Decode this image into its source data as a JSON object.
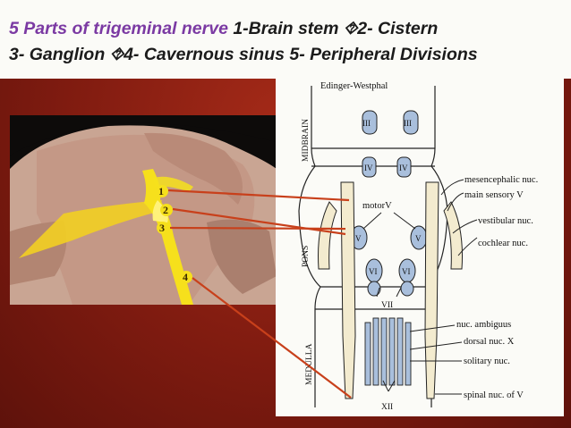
{
  "title": {
    "highlight": "5 Parts of trigeminal nerve",
    "line1_rest": " 1-Brain stem ⯑2- Cistern",
    "line2": "3- Ganglion ⯑4- Cavernous sinus 5- Peripheral Divisions"
  },
  "photo_labels": [
    "1",
    "2",
    "3",
    "4"
  ],
  "diagram": {
    "top_label": "Edinger-Westphal",
    "side_labels": [
      "MIDBRAIN",
      "PONS",
      "MEDULLA"
    ],
    "nuclei": [
      "III",
      "III",
      "IV",
      "IV",
      "V",
      "V",
      "VI",
      "VI",
      "VII",
      "XII"
    ],
    "center_label": "motorV",
    "right_labels": [
      "mesencephalic nuc.",
      "main sensory V",
      "vestibular nuc.",
      "cochlear nuc.",
      "nuc. ambiguus",
      "dorsal nuc. X",
      "solitary nuc.",
      "spinal nuc. of V"
    ]
  },
  "colors": {
    "accent": "#7b3aa3",
    "background": "#7f1b10",
    "nerve": "#f7e21a",
    "leader_lines": "#c8401b"
  }
}
